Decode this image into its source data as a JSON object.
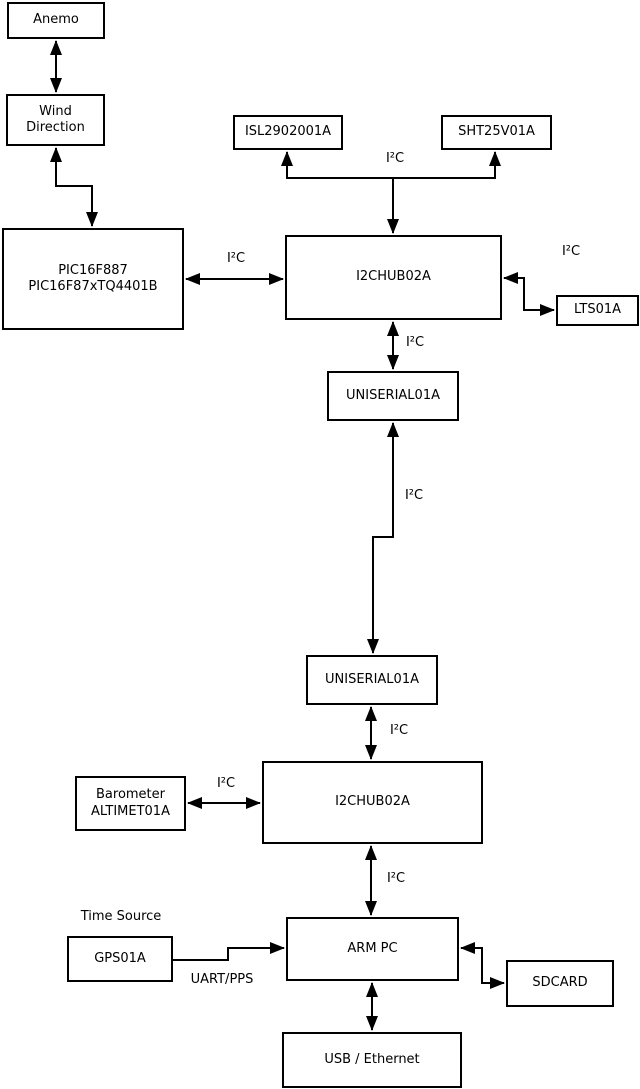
{
  "diagram": {
    "title_hint": "sensor-bus block diagram",
    "colors": {
      "line": "#000000",
      "box_background": "#ffffff",
      "text": "#000000"
    },
    "nodes": {
      "anemo": {
        "label": "Anemo"
      },
      "wind_direction": {
        "label": "Wind\nDirection"
      },
      "pic": {
        "label": "PIC16F887\nPIC16F87xTQ4401B"
      },
      "isl": {
        "label": "ISL2902001A"
      },
      "sht": {
        "label": "SHT25V01A"
      },
      "i2c_hub_1": {
        "label": "I2CHUB02A"
      },
      "lts": {
        "label": "LTS01A"
      },
      "uniserial_1": {
        "label": "UNISERIAL01A"
      },
      "uniserial_2": {
        "label": "UNISERIAL01A"
      },
      "i2c_hub_2": {
        "label": "I2CHUB02A"
      },
      "barometer": {
        "label": "Barometer\nALTIMET01A"
      },
      "gps": {
        "label": "GPS01A"
      },
      "arm_pc": {
        "label": "ARM PC"
      },
      "sdcard": {
        "label": "SDCARD"
      },
      "usb_ethernet": {
        "label": "USB / Ethernet"
      }
    },
    "labels": {
      "i2c": "I²C",
      "time_source": "Time Source",
      "uart_pps": "UART/PPS"
    }
  }
}
